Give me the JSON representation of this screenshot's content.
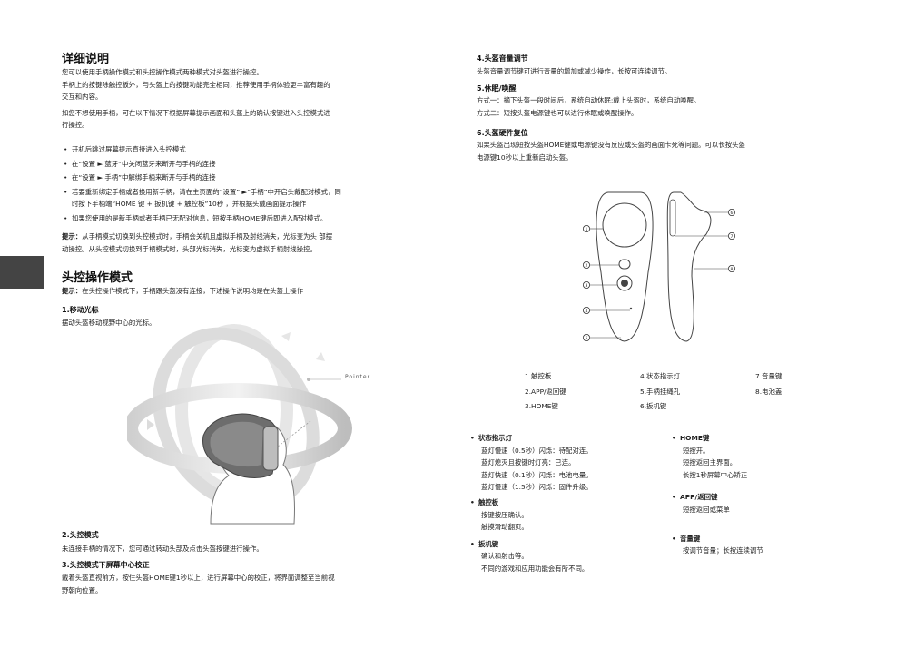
{
  "left": {
    "title": "详细说明",
    "intro": [
      "您可以使用手柄操作模式和头控操作模式两种模式对头盔进行操控。",
      "手柄上的按键除触控板外，与头盔上的按键功能完全相同，推荐使用手柄体验更丰富有趣的",
      "交互和内容。",
      "如您不想使用手柄，可在以下情况下根据屏幕提示画面和头盔上的确认按键进入头控模式进",
      "行操控。"
    ],
    "bullets": [
      "开机后跳过屏幕提示直接进入头控模式",
      "在“设置  ►  蓝牙”中关闭蓝牙来断开与手柄的连接",
      "在“设置  ► 手柄”中解绑手柄来断开与手柄的连接",
      "若要重新绑定手柄或者换用新手柄，请在主页面的“设置” ►“手柄”中开启头戴配对模式，同",
      "时按下手柄端“HOME 键 + 扳机键 + 触控板”10秒 ，并根据头戴画面提示操作",
      "如果您使用的是新手柄或者手柄已无配对信息，短按手柄HOME键后即进入配对模式。"
    ],
    "tip_label": "提示：",
    "tip": [
      "从手柄模式切换到头控模式时，手柄会关机且虚拟手柄及射线消失，光标变为头 部摆",
      "动操控。从头控模式切换到手柄模式时，头部光标消失，光标变为虚拟手柄射线操控。"
    ],
    "head_title": "头控操作模式",
    "head_tip_label": "提示：",
    "head_tip": "在头控操作模式下，手柄跟头盔没有连接，下述操作说明均是在头盔上操作",
    "s1_title": "1.移动光标",
    "s1_text": "摆动头盔移动视野中心的光标。",
    "pointer_label": "Pointer",
    "s2_title": "2.头控模式",
    "s2_text": "未连接手柄的情况下，您可通过转动头部及点击头盔按键进行操作。",
    "s3_title": "3.头控模式下屏幕中心校正",
    "s3_text": [
      "戴着头盔直视前方，按住头盔HOME键1秒以上，进行屏幕中心的校正，将界面调整至当前视",
      "野朝向位置。"
    ]
  },
  "right": {
    "s4_title": "4.头盔音量调节",
    "s4_text": "头盔音量调节键可进行音量的增加或减少操作，长按可连续调节。",
    "s5_title": "5.休眠/唤醒",
    "s5_text": [
      "方式一：摘下头盔一段时间后，系统自动休眠;戴上头盔时，系统自动唤醒。",
      "方式二：短按头盔电源键也可以进行休眠或唤醒操作。"
    ],
    "s6_title": "6.头盔硬件复位",
    "s6_text": [
      "如果头盔出现短按头盔HOME键或电源键没有反应或头盔的画面卡死等问题。可以长按头盔",
      "电源键10秒以上重新启动头盔。"
    ],
    "callouts": [
      "1",
      "2",
      "3",
      "4",
      "5",
      "6",
      "7",
      "8"
    ],
    "legend": [
      [
        "1.触控板",
        "4.状态指示灯",
        "7.音量键"
      ],
      [
        "2.APP/返回键",
        "5.手柄挂绳孔",
        "8.电池盖"
      ],
      [
        "3.HOME键",
        "6.扳机键",
        ""
      ]
    ],
    "status_title": "状态指示灯",
    "status_lines": [
      "蓝灯慢速（0.5秒）闪烁：待配对连。",
      "蓝灯熄灭且按键时灯亮：已连。",
      "蓝灯快速（0.1秒）闪烁：电池电量。",
      "蓝灯慢速（1.5秒）闪烁：固件升级。"
    ],
    "touch_title": "触控板",
    "touch_lines": [
      "按键按压确认。",
      "触摸滑动翻页。"
    ],
    "trigger_title": "扳机键",
    "trigger_lines": [
      "确认和射击等。",
      "不同的游戏和应用功能会有所不同。"
    ],
    "home_title": "HOME键",
    "home_lines": [
      "短按开。",
      "短按返回主界面。",
      "长按1秒屏幕中心矫正"
    ],
    "app_title": "APP/返回键",
    "app_lines": [
      "短按返回或菜单"
    ],
    "vol_title": "音量键",
    "vol_lines": [
      "按调节音量；长按连续调节"
    ]
  }
}
